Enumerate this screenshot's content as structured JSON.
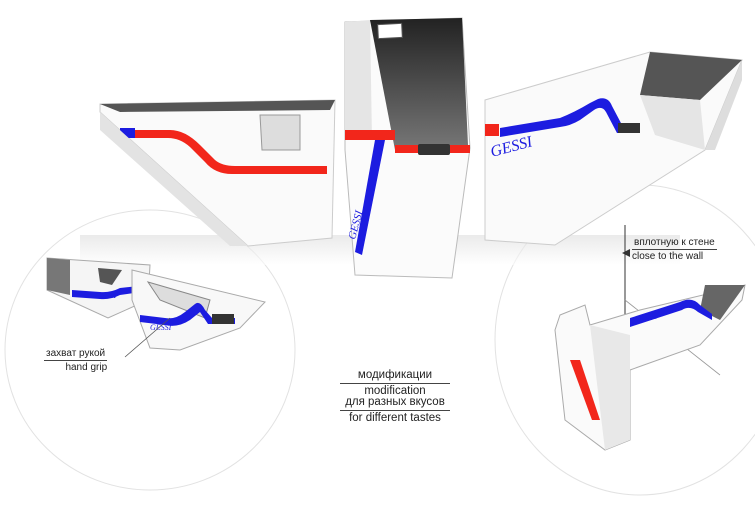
{
  "brand_logo": "GESSI",
  "annotations": {
    "wall": {
      "ru": "вплотную к стене",
      "en": "close to the wall"
    },
    "grip": {
      "ru": "захват рукой",
      "en": "hand grip"
    },
    "modification": {
      "ru": "модификации",
      "en": "modification"
    },
    "tastes": {
      "ru": "для разных вкусов",
      "en": "for different tastes"
    }
  },
  "colors": {
    "red": "#f2261b",
    "blue": "#1c1ce0",
    "dark": "#3a3a3a",
    "line": "#d8d8d8"
  }
}
